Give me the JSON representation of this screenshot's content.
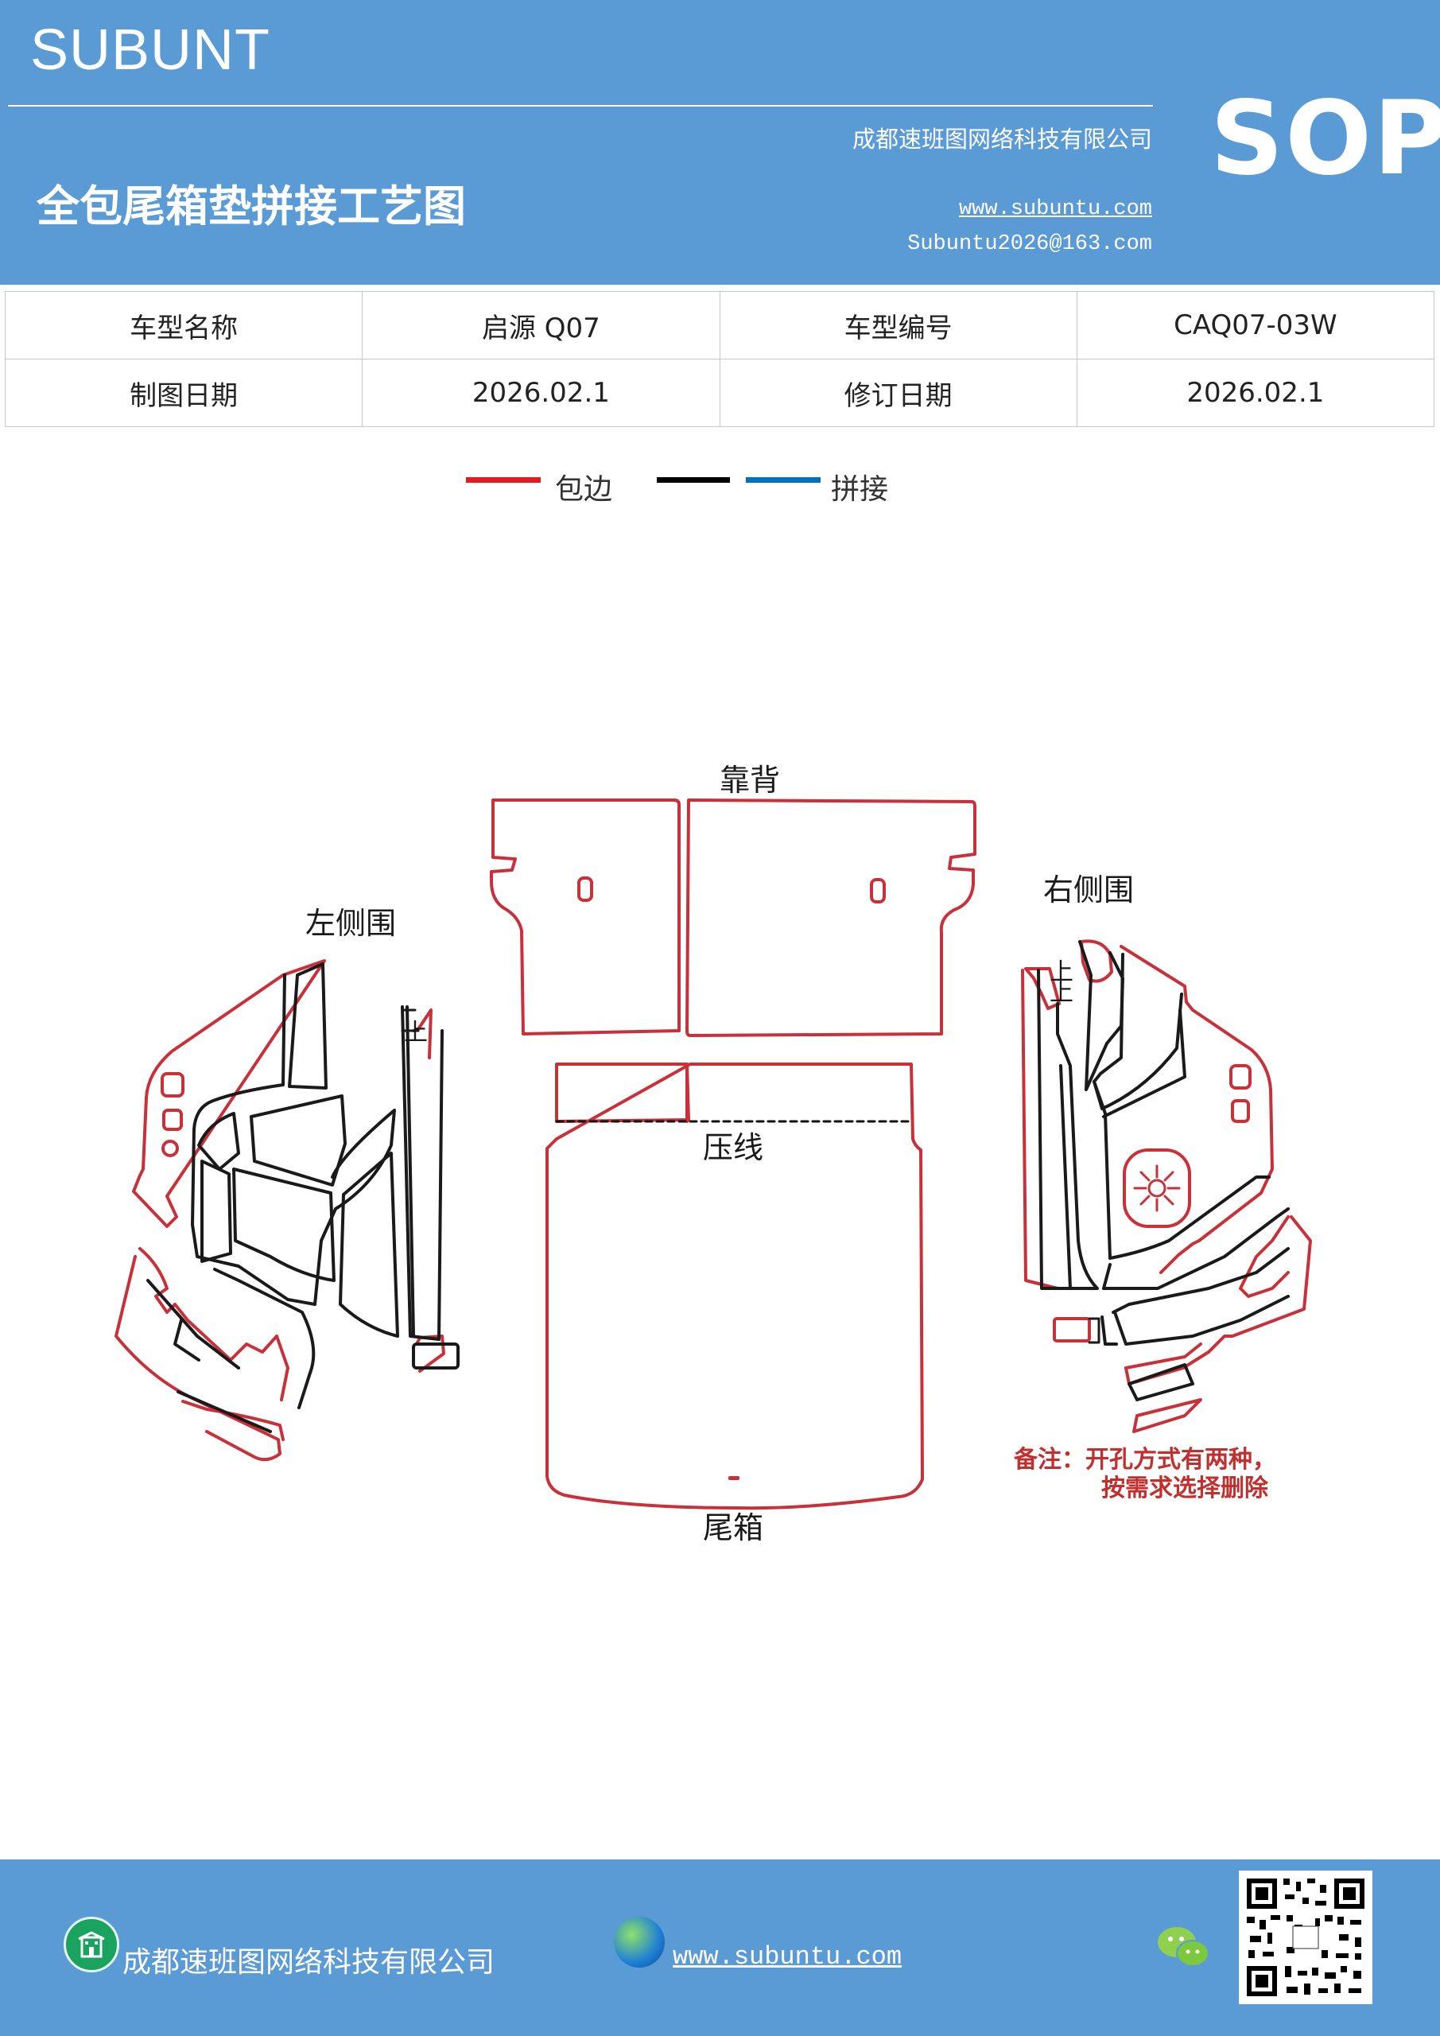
{
  "header": {
    "brand": "SUBUNT",
    "company": "成都速班图网络科技有限公司",
    "sop": "SOP",
    "title": "全包尾箱垫拼接工艺图",
    "website": "www.subuntu.com",
    "email": "Subuntu2026@163.com"
  },
  "info_table": {
    "row1": {
      "label1": "车型名称",
      "value1": "启源 Q07",
      "label2": "车型编号",
      "value2": "CAQ07-03W"
    },
    "row2": {
      "label1": "制图日期",
      "value1": "2026.02.1",
      "label2": "修订日期",
      "value2": "2026.02.1"
    }
  },
  "legend": {
    "wrap_edge": "包边",
    "splice": "拼接",
    "colors": {
      "wrap_edge": "#e31d1d",
      "black_line": "#000000",
      "splice": "#0070c0"
    }
  },
  "parts": {
    "backrest": "靠背",
    "left_side": "左侧围",
    "right_side": "右侧围",
    "crease": "压线",
    "trunk": "尾箱",
    "marker_left": "上",
    "marker_right": "上"
  },
  "note": {
    "line1": "备注：开孔方式有两种，",
    "line2": "按需求选择删除"
  },
  "footer": {
    "company": "成都速班图网络科技有限公司",
    "website": "www.subuntu.com",
    "icons": [
      "building-icon",
      "globe-icon",
      "wechat-icon",
      "qr-code"
    ]
  },
  "colors": {
    "header_bg": "#5b9bd5",
    "outline_red": "#c8303a",
    "outline_black": "#1a1a1a",
    "note_red": "#c0302f"
  }
}
